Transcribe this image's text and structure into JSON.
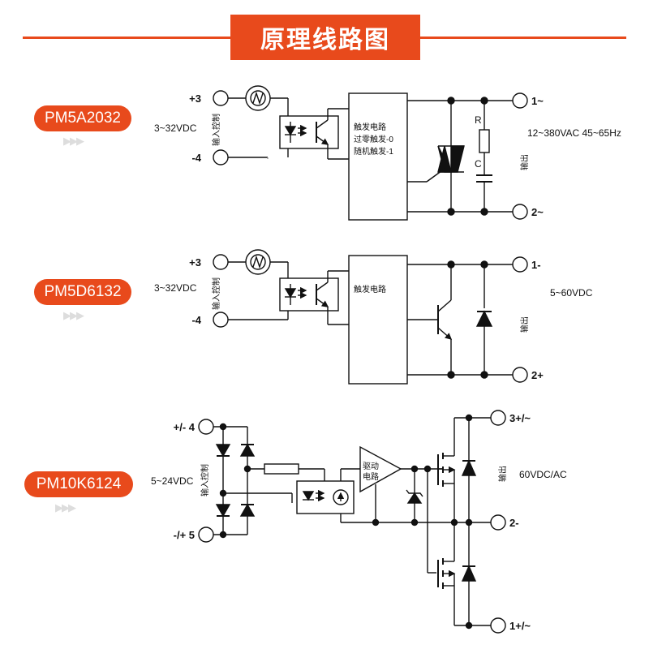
{
  "header": {
    "title": "原理线路图",
    "accent": "#e84a1c"
  },
  "chevrons": "▶▶▶",
  "models": [
    {
      "name": "PM5A2032",
      "input_range": "3~32VDC",
      "input_label": "输入控制",
      "pin_plus": "+3",
      "pin_minus": "-4",
      "trigger_lines": [
        "触发电路",
        "过零触发-0",
        "随机触发-1"
      ],
      "out_pin_1": "1~",
      "out_pin_2": "2~",
      "output_label": "输出",
      "output_range": "12~380VAC 45~65Hz",
      "r_label": "R",
      "c_label": "C"
    },
    {
      "name": "PM5D6132",
      "input_range": "3~32VDC",
      "input_label": "输入控制",
      "pin_plus": "+3",
      "pin_minus": "-4",
      "trigger_lines": [
        "触发电路"
      ],
      "out_pin_1": "1-",
      "out_pin_2": "2+",
      "output_label": "输出",
      "output_range": "5~60VDC"
    },
    {
      "name": "PM10K6124",
      "input_range": "5~24VDC",
      "input_label": "输入控制",
      "pin_top": "+/- 4",
      "pin_bottom": "-/+ 5",
      "driver_lines": [
        "驱动",
        "电路"
      ],
      "out_pin_3": "3+/~",
      "out_pin_2": "2-",
      "out_pin_1": "1+/~",
      "output_label": "输出",
      "output_range": "60VDC/AC"
    }
  ]
}
